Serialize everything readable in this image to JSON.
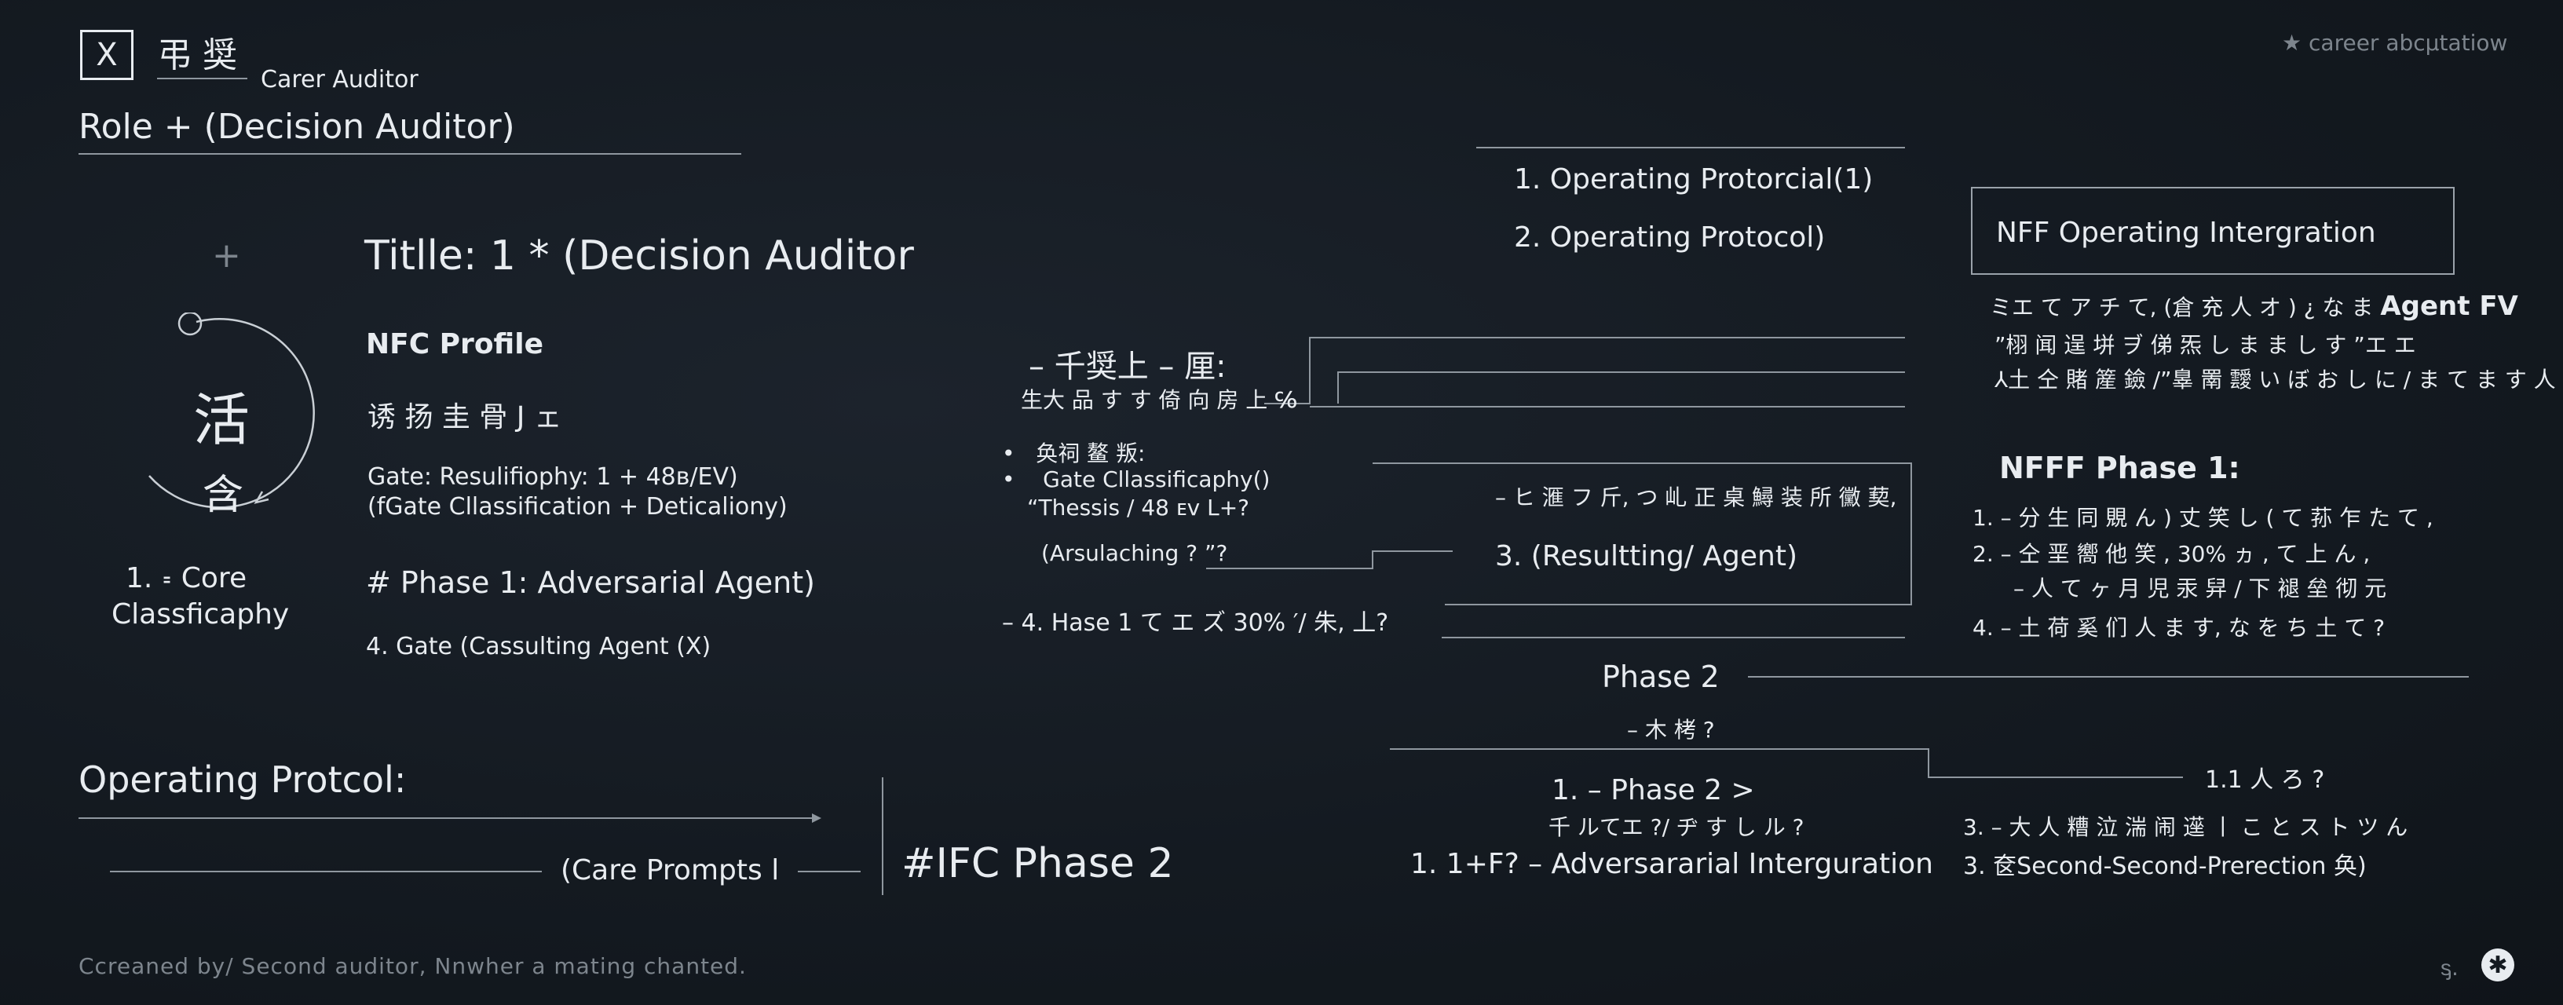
{
  "header": {
    "close_glyph": "X",
    "logo_text": "弔 奨",
    "subtitle": "Carer Auditor",
    "role_line": "Role + (Decision Auditor)",
    "top_right_tag": "career abcµtatiow",
    "top_right_icon": "star-icon"
  },
  "profile": {
    "plus_glyph": "+",
    "circle_top": "活",
    "circle_bottom": "含",
    "title": "Titlle: 1 * (Decision Auditor",
    "nfc_profile": "NFC Profile",
    "jp_line": "诱 扬 圭 骨 J ェ",
    "gate_line1": "Gate: Resulifiophy: 1 + 48в/EV)",
    "gate_line2": "(fGate Cllassification +  Deticaliony)",
    "core_line1": "1. ꞊ Core",
    "core_line2": "Classficaphy",
    "phase1": "#  Phase 1: Adversarial Agent)",
    "gate4": "4.  Gate (Cassulting Agent (X)"
  },
  "bottom_left": {
    "operating": "Operating Protcol:",
    "care_prompts": "(Care Prompts  ⅼ",
    "ifc_phase": "#IFC Phase 2",
    "footer": "Ccreaned by/ Second auditor, Nnwher a mating chanted."
  },
  "middle": {
    "dash_head": "–  千奨上 – 厘:",
    "dash_sub": "生大 品 す す 倚 向 房 上 ℅",
    "bullet1": "奂祠 鳌 叛:",
    "bullet2": "Gate Cllassificaphy()",
    "thesis": "“Thessis / 48 ᴇᴠ L+?",
    "arsulaching": "(Arsulaching ? ”?",
    "hase4": "–   4. Hase 1 て エ ズ 30% ′/ 朱, 丄?"
  },
  "center_right": {
    "op1": "1.    Operating Protorcial(1)",
    "op2": "2.  Operating Protocol)",
    "jp_dash": "–  ヒ 滙 フ 斤, つ 乢 正 桌 鱘 装 所 黴 葜,",
    "resulting": "3.  (Resultting/ Agent)",
    "phase2": "Phase 2",
    "phase2_sub": "– 木 栲 ?",
    "phase2_item1": "1.  – Phase 2 >",
    "phase2_item1_sub": "千 ルてエ ?/ ヂ す し ル ?",
    "adversarial": "1. 1+F? – Adversararial Interguration"
  },
  "right": {
    "nff_box": "NFF Operating Intergration",
    "jp1_prefix": "ミエ て ア チ て, (倉 充 人 オ ) ¿ な ま ",
    "jp1_bold": "Agent FV",
    "jp2": "”栩 闻 逞 垪 ヺ 俤 炁 し ま ま し す ”エ エ",
    "jp3": "⅄土 仝 賭 簅 鐱 /”辠 罱 靉 い ぼ お し に / ま て ま す 人",
    "nfff_phase": "NFFF Phase 1:",
    "item1": "1.  – 分 生 同 覞 ん )  丈 笑 し ( て 荪 乍 た て ,",
    "item2": "2.  – 仝 垩 嚮 他 笑 , 30% ヵ , て 上 ん ,",
    "item2b": "– 人 て ヶ 月 児 汞 舁 / 下 褪 垒 彻 元",
    "item4": "4.  – 土 荷 奚 们 人 ま す, な を ち 土 て ?",
    "side_label": "1.1 人 ろ ?",
    "item3a": "3.   – 大 人 糟 泣 湍 闹 遳 丨 こ と ス ト ツ ん",
    "item3b": "3.   奁Second-Second-Prerection 奂)",
    "footer_mark": "ᶊ.",
    "footer_icon": "badge-icon"
  }
}
